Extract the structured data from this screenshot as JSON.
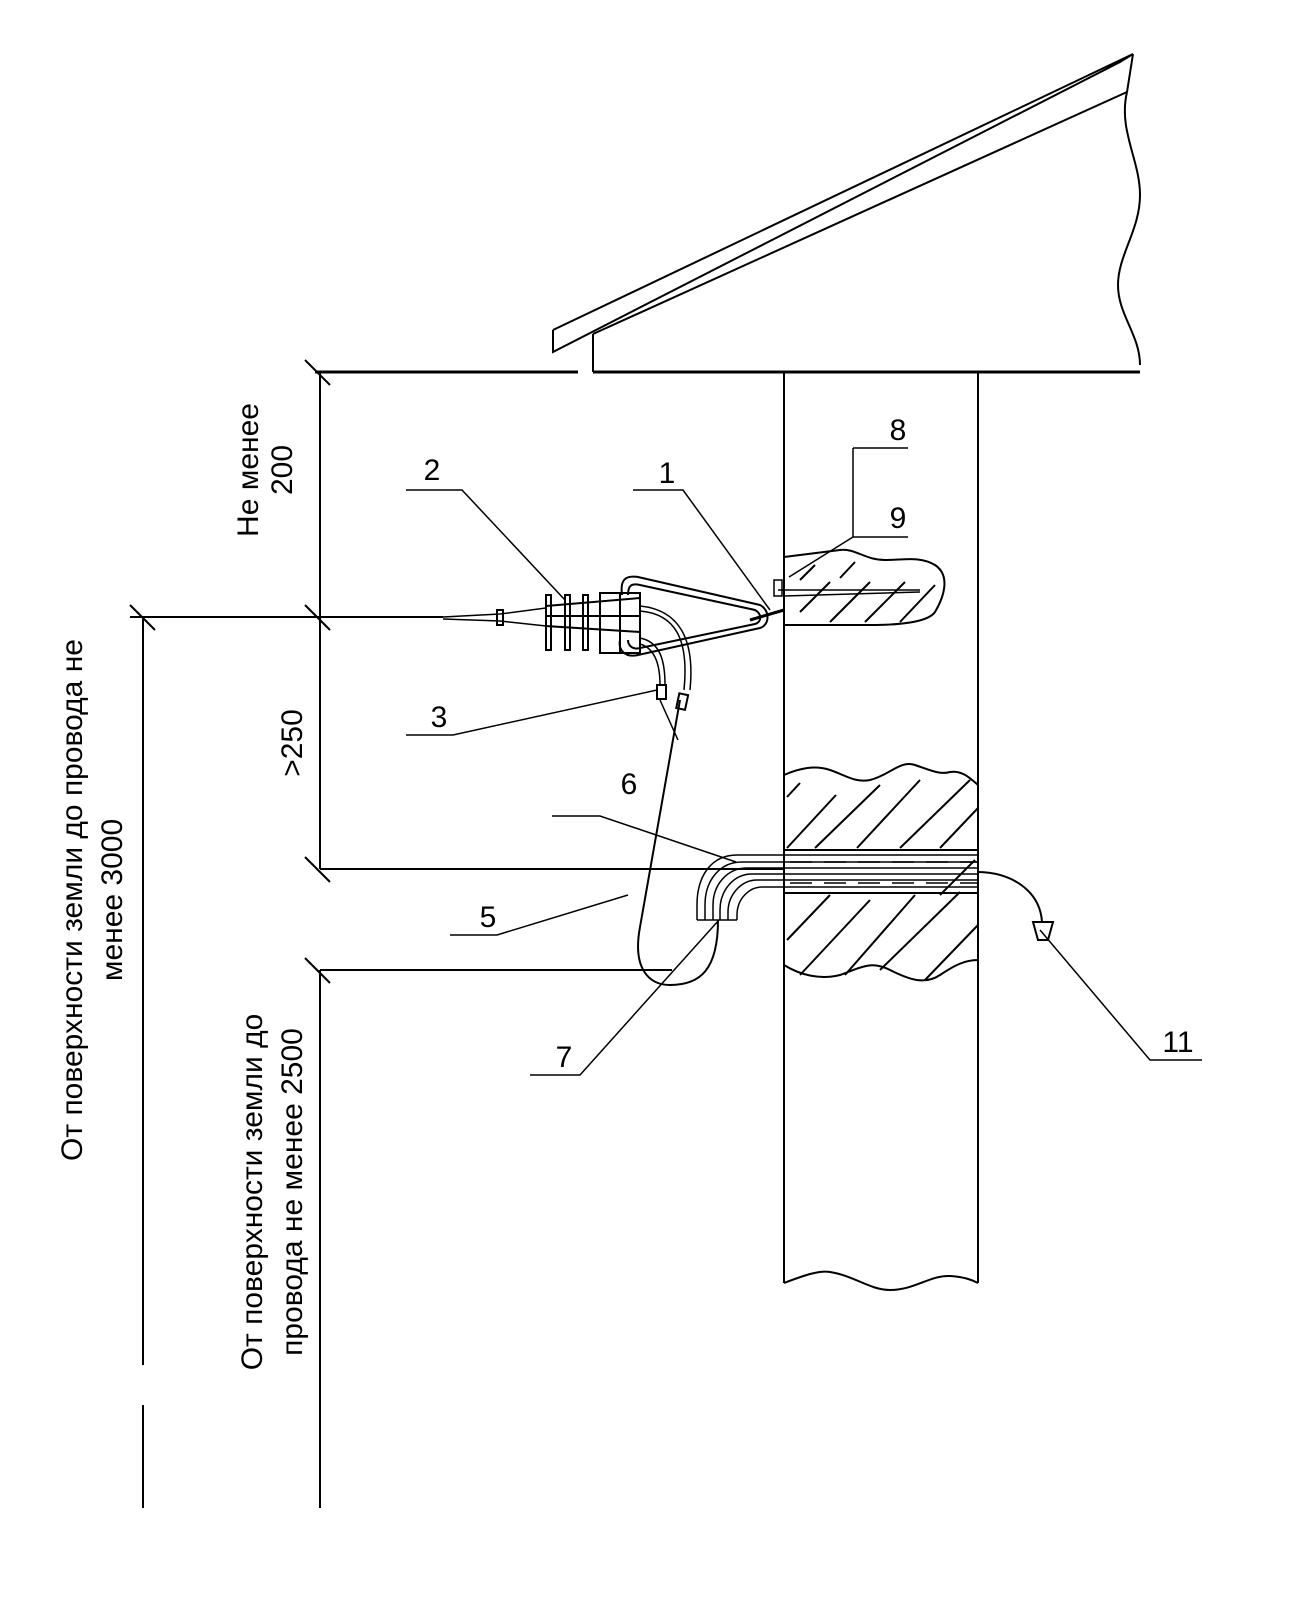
{
  "drawing": {
    "type": "technical-drawing",
    "subject": "Cable entry to building wall with anchor clamp",
    "stroke_color": "#000000",
    "background_color": "#ffffff"
  },
  "callouts": [
    {
      "id": "1",
      "label": "1"
    },
    {
      "id": "2",
      "label": "2"
    },
    {
      "id": "3",
      "label": "3"
    },
    {
      "id": "5",
      "label": "5"
    },
    {
      "id": "6",
      "label": "6"
    },
    {
      "id": "7",
      "label": "7"
    },
    {
      "id": "8",
      "label": "8"
    },
    {
      "id": "9",
      "label": "9"
    },
    {
      "id": "11",
      "label": "11"
    }
  ],
  "dimensions": {
    "top_gap_line1": "Не менее",
    "top_gap_line2": "200",
    "middle_gap": ">250",
    "ground_3000_line1": "От поверхности земли до провода не",
    "ground_3000_line2": "менее 3000",
    "ground_2500_line1": "От поверхности земли до",
    "ground_2500_line2": "провода не менее 2500"
  }
}
